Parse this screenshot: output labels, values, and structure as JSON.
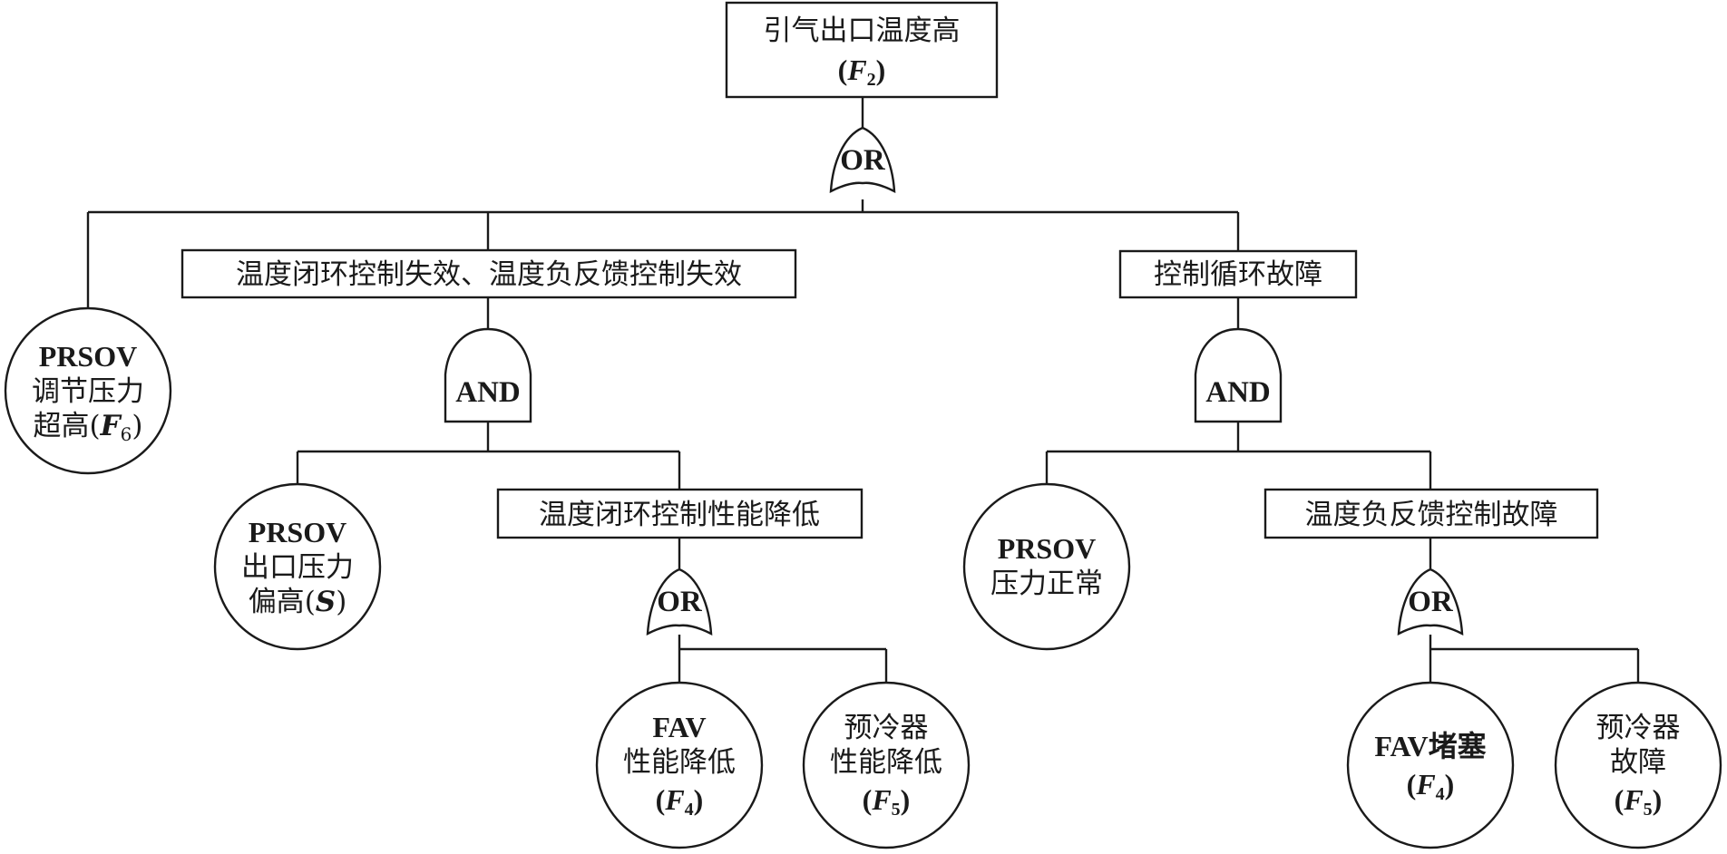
{
  "diagram": {
    "type": "fault-tree",
    "top_event": {
      "line1": "引气出口温度高",
      "line2_symbol": "F",
      "line2_sub": "2"
    },
    "gates": {
      "top": "OR",
      "left": "AND",
      "left_sub": "OR",
      "right": "AND",
      "right_sub": "OR"
    },
    "intermediate_events": {
      "left": "温度闭环控制失效、温度负反馈控制失效",
      "right": "控制循环故障",
      "left_sub": "温度闭环控制性能降低",
      "right_sub": "温度负反馈控制故障"
    },
    "basic_events": {
      "f6": {
        "line1": "PRSOV",
        "line2": "调节压力",
        "line3": "超高",
        "symbol": "F",
        "sub": "6"
      },
      "s": {
        "line1": "PRSOV",
        "line2": "出口压力",
        "line3": "偏高",
        "symbol": "S"
      },
      "fav_perf": {
        "line1": "FAV",
        "line2": "性能降低",
        "symbol": "F",
        "sub": "4"
      },
      "precooler_perf": {
        "line1": "预冷器",
        "line2": "性能降低",
        "symbol": "F",
        "sub": "5"
      },
      "prsov_normal": {
        "line1": "PRSOV",
        "line2": "压力正常"
      },
      "fav_block": {
        "line1": "FAV堵塞",
        "symbol": "F",
        "sub": "4"
      },
      "precooler_fault": {
        "line1": "预冷器",
        "line2": "故障",
        "symbol": "F",
        "sub": "5"
      }
    }
  }
}
